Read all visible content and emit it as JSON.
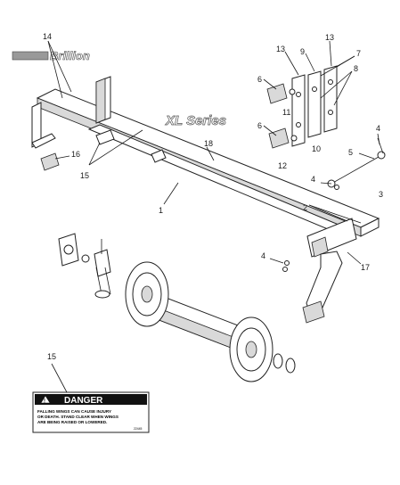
{
  "logo": {
    "brand": "Brillion",
    "series": "XL Series"
  },
  "danger_label": {
    "title": "DANGER",
    "lines": [
      "FALLING WINGS CAN CAUSE INJURY",
      "OR DEATH.  STAND CLEAR WHEN WINGS",
      "ARE BEING RAISED OR LOWERED."
    ],
    "code": "22445"
  },
  "callouts": {
    "c14": "14",
    "c13a": "13",
    "c9": "9",
    "c13b": "13",
    "c7": "7",
    "c8": "8",
    "c6a": "6",
    "c11": "11",
    "c6b": "6",
    "c12": "12",
    "c10": "10",
    "c4a": "4",
    "c5": "5",
    "c4b": "4",
    "c3": "3",
    "c18": "18",
    "c16": "16",
    "c15a": "15",
    "c1": "1",
    "c2": "2",
    "c17": "17",
    "c4c": "4",
    "c15b": "15"
  }
}
